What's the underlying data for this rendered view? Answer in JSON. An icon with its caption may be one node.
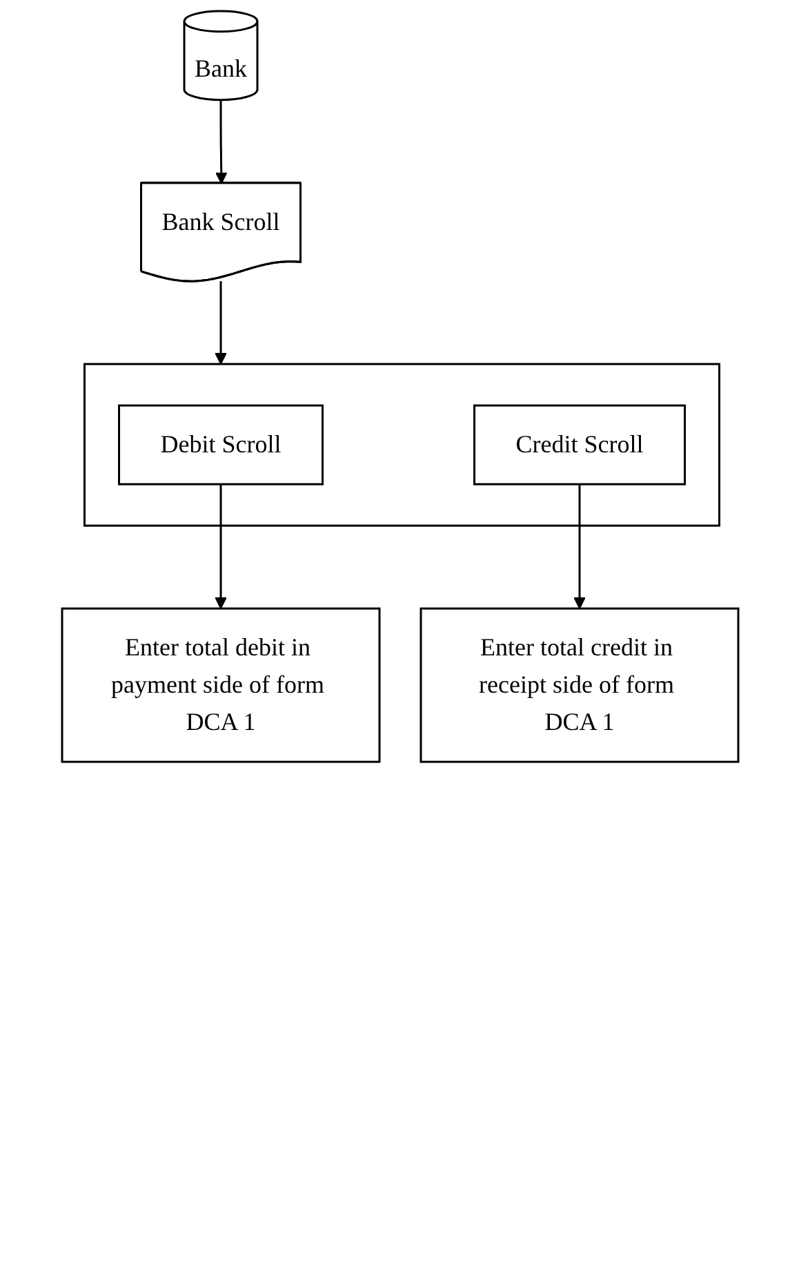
{
  "diagram": {
    "nodes": [
      {
        "text": [
          "Bank"
        ]
      },
      {
        "text": [
          "Bank Scroll"
        ]
      },
      {
        "text": [],
        "shape": "document"
      },
      {
        "text": [
          "Debit Scroll"
        ],
        "in": 2
      },
      {
        "text": [
          "Credit Scroll"
        ],
        "in": 2
      },
      {
        "text": [
          "Enter total debit in payment side of form DCA 1"
        ]
      },
      {
        "text": [
          "Enter total credit in receipt side of form DCA 1"
        ]
      }
    ],
    "edges": [
      {
        "from": 0,
        "to": 1,
        "arrow": "to"
      },
      {
        "from": 1,
        "to": 2,
        "arrow": "to"
      },
      {
        "from": 3,
        "to": 5,
        "arrow": "to"
      },
      {
        "from": 4,
        "to": 6,
        "arrow": "to"
      }
    ]
  }
}
